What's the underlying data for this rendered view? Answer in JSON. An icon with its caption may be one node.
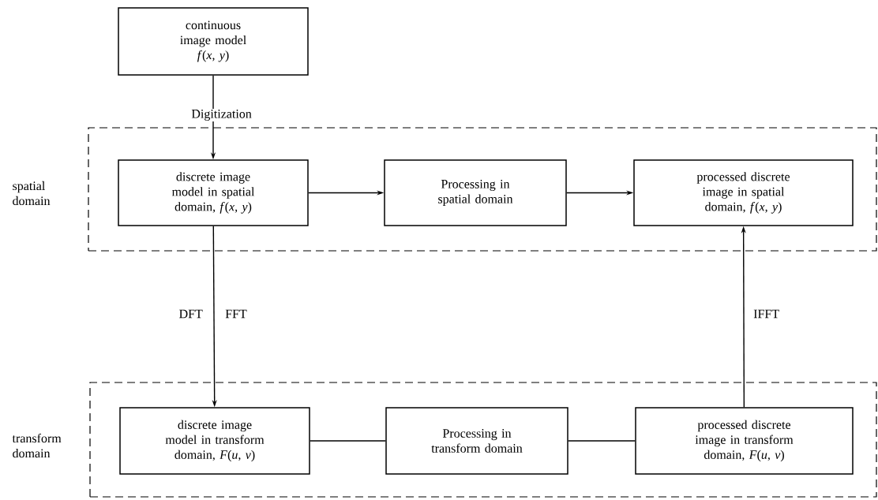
{
  "diagram": {
    "nodes": [
      {
        "text": [
          "continuous image model *f*(*x*, *y*)"
        ]
      },
      {
        "text": [
          "spatial domain"
        ]
      },
      {
        "text": [
          "discrete image model in spatial domain, *f*(*x*, *y*)"
        ],
        "in": 1
      },
      {
        "text": [
          "Processing in spatial domain"
        ],
        "in": 1
      },
      {
        "text": [
          "processed discrete image in spatial domain, *f*(*x*, *y*)"
        ],
        "in": 1
      },
      {
        "text": [
          "transform domain"
        ]
      },
      {
        "text": [
          "discrete image model in transform domain, *F*(*u*, *v*)"
        ],
        "in": 5
      },
      {
        "text": [
          "Processing in transform domain"
        ],
        "in": 5
      },
      {
        "text": [
          "processed discrete image in transform domain, *F*(*u*, *v*)"
        ],
        "in": 5
      }
    ],
    "edges": [
      {
        "from": 0,
        "to": 2,
        "arrow": "to",
        "label": "Digitization"
      },
      {
        "from": 2,
        "to": 3,
        "arrow": "to"
      },
      {
        "from": 3,
        "to": 4,
        "arrow": "to"
      },
      {
        "from": 2,
        "to": 6,
        "arrow": "to",
        "label": "DFT"
      },
      {
        "from": 6,
        "to": 7,
        "arrow": "none"
      },
      {
        "from": 7,
        "to": 8,
        "arrow": "none"
      },
      {
        "from": 8,
        "to": 4,
        "arrow": "to",
        "label": "IFFT"
      }
    ],
    "labels": [
      "FFT"
    ]
  }
}
